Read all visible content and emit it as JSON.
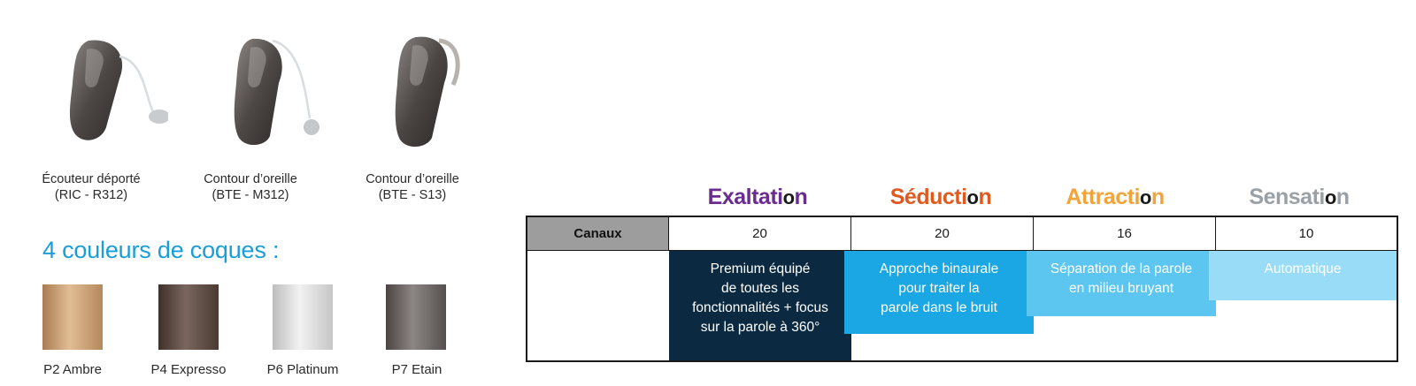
{
  "devices": [
    {
      "line1": "Écouteur déporté",
      "line2": "(RIC - R312)"
    },
    {
      "line1": "Contour d’oreille",
      "line2": "(BTE - M312)"
    },
    {
      "line1": "Contour d’oreille",
      "line2": "(BTE - S13)"
    }
  ],
  "colors_title": "4 couleurs de coques :",
  "colors": [
    {
      "label": "P2 Ambre",
      "color": "#c89c70"
    },
    {
      "label": "P4 Expresso",
      "color": "#5d4a42"
    },
    {
      "label": "P6 Platinum",
      "color": "#d8d8d8"
    },
    {
      "label": "P7 Etain",
      "color": "#6b6564"
    }
  ],
  "levels": [
    {
      "name_part": "Exaltati",
      "name_o": "o",
      "name_end": "n",
      "color": "#6a2c91"
    },
    {
      "name_part": "Séducti",
      "name_o": "o",
      "name_end": "n",
      "color": "#e05a1f"
    },
    {
      "name_part": "Attracti",
      "name_o": "o",
      "name_end": "n",
      "color": "#f2a43a"
    },
    {
      "name_part": "Sensati",
      "name_o": "o",
      "name_end": "n",
      "color": "#9aa1a6"
    }
  ],
  "table": {
    "row_header": "Canaux",
    "channels": [
      "20",
      "20",
      "16",
      "10"
    ],
    "features": [
      {
        "lines": [
          "Premium équipé",
          "de toutes les",
          "fonctionnalités + focus",
          "sur la parole à 360°"
        ],
        "bg": "#0b2a42"
      },
      {
        "lines": [
          "Approche binaurale",
          "pour traiter la",
          "parole dans le bruit"
        ],
        "bg": "#1ba7e3"
      },
      {
        "lines": [
          "Séparation de la parole",
          "en milieu bruyant"
        ],
        "bg": "#5cc6f0"
      },
      {
        "lines": [
          "Automatique"
        ],
        "bg": "#99dcf7"
      }
    ]
  }
}
